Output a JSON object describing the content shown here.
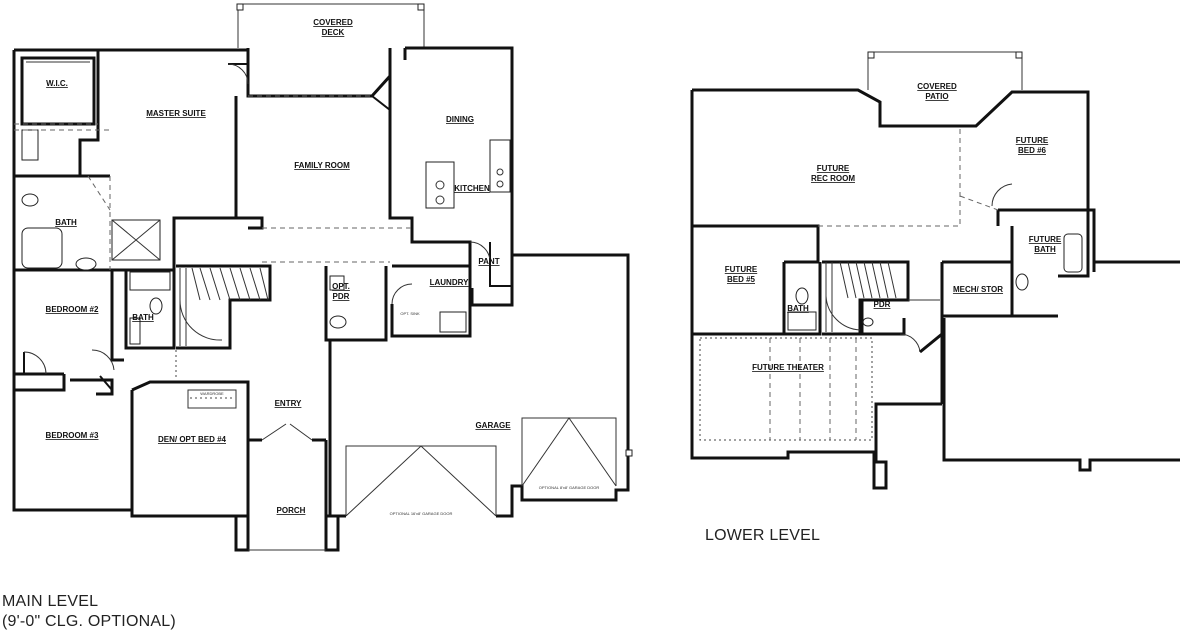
{
  "captions": {
    "main_level": "MAIN LEVEL",
    "main_level_note": "(9'-0\" CLG. OPTIONAL)",
    "lower_level": "LOWER LEVEL"
  },
  "main_rooms": {
    "covered_deck_1": "COVERED",
    "covered_deck_2": "DECK",
    "wic": "W.I.C.",
    "master_suite": "MASTER SUITE",
    "family_room": "FAMILY ROOM",
    "dining": "DINING",
    "kitchen": "KITCHEN",
    "master_bath": "BATH",
    "pant": "PANT",
    "laundry": "LAUNDRY",
    "opt_pdr_1": "OPT.",
    "opt_pdr_2": "PDR",
    "bedroom2": "BEDROOM #2",
    "bath2": "BATH",
    "bedroom3": "BEDROOM #3",
    "den": "DEN/ OPT BED #4",
    "entry": "ENTRY",
    "garage": "GARAGE",
    "porch": "PORCH",
    "garage_door_1": "OPTIONAL 16'x8' GARAGE DOOR",
    "garage_door_2": "OPTIONAL 8'x8' GARAGE DOOR",
    "opt_sink": "OPT. SINK",
    "wardrobe": "WARDROBE"
  },
  "lower_rooms": {
    "covered_patio_1": "COVERED",
    "covered_patio_2": "PATIO",
    "rec_room_1": "FUTURE",
    "rec_room_2": "REC ROOM",
    "bed6_1": "FUTURE",
    "bed6_2": "BED #6",
    "bed5_1": "FUTURE",
    "bed5_2": "BED #5",
    "bath_future_1": "FUTURE",
    "bath_future_2": "BATH",
    "mech": "MECH/ STOR",
    "bath": "BATH",
    "pdr": "PDR",
    "theater": "FUTURE THEATER"
  }
}
